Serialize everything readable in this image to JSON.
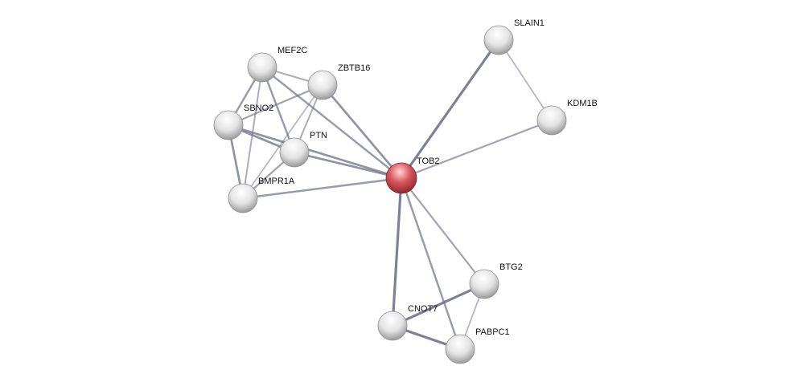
{
  "network": {
    "nodes": [
      {
        "id": "MEF2C",
        "label": "MEF2C",
        "query": false
      },
      {
        "id": "ZBTB16",
        "label": "ZBTB16",
        "query": false
      },
      {
        "id": "SBNO2",
        "label": "SBNO2",
        "query": false
      },
      {
        "id": "PTN",
        "label": "PTN",
        "query": false
      },
      {
        "id": "BMPR1A",
        "label": "BMPR1A",
        "query": false
      },
      {
        "id": "TOB2",
        "label": "TOB2",
        "query": true
      },
      {
        "id": "SLAIN1",
        "label": "SLAIN1",
        "query": false
      },
      {
        "id": "KDM1B",
        "label": "KDM1B",
        "query": false
      },
      {
        "id": "BTG2",
        "label": "BTG2",
        "query": false
      },
      {
        "id": "CNOT7",
        "label": "CNOT7",
        "query": false
      },
      {
        "id": "PABPC1",
        "label": "PABPC1",
        "query": false
      }
    ],
    "edges": [
      {
        "a": "TOB2",
        "b": "SLAIN1",
        "strength": 0.9
      },
      {
        "a": "TOB2",
        "b": "KDM1B",
        "strength": 0.5
      },
      {
        "a": "SLAIN1",
        "b": "KDM1B",
        "strength": 0.3
      },
      {
        "a": "TOB2",
        "b": "ZBTB16",
        "strength": 0.7
      },
      {
        "a": "TOB2",
        "b": "MEF2C",
        "strength": 0.6
      },
      {
        "a": "TOB2",
        "b": "PTN",
        "strength": 0.7
      },
      {
        "a": "TOB2",
        "b": "SBNO2",
        "strength": 0.7
      },
      {
        "a": "TOB2",
        "b": "BMPR1A",
        "strength": 0.6
      },
      {
        "a": "TOB2",
        "b": "CNOT7",
        "strength": 0.9
      },
      {
        "a": "TOB2",
        "b": "BTG2",
        "strength": 0.5
      },
      {
        "a": "TOB2",
        "b": "PABPC1",
        "strength": 0.6
      },
      {
        "a": "CNOT7",
        "b": "BTG2",
        "strength": 0.9
      },
      {
        "a": "CNOT7",
        "b": "PABPC1",
        "strength": 0.9
      },
      {
        "a": "BTG2",
        "b": "PABPC1",
        "strength": 0.3
      },
      {
        "a": "MEF2C",
        "b": "ZBTB16",
        "strength": 0.4
      },
      {
        "a": "MEF2C",
        "b": "SBNO2",
        "strength": 0.6
      },
      {
        "a": "MEF2C",
        "b": "PTN",
        "strength": 0.6
      },
      {
        "a": "MEF2C",
        "b": "BMPR1A",
        "strength": 0.4
      },
      {
        "a": "ZBTB16",
        "b": "SBNO2",
        "strength": 0.5
      },
      {
        "a": "ZBTB16",
        "b": "PTN",
        "strength": 0.4
      },
      {
        "a": "ZBTB16",
        "b": "BMPR1A",
        "strength": 0.3
      },
      {
        "a": "SBNO2",
        "b": "PTN",
        "strength": 0.7
      },
      {
        "a": "SBNO2",
        "b": "BMPR1A",
        "strength": 0.7
      },
      {
        "a": "PTN",
        "b": "BMPR1A",
        "strength": 0.5
      }
    ],
    "colors": {
      "query_node": "#d9545c",
      "node": "#e8e8e8",
      "edge": "#6e7288"
    }
  }
}
